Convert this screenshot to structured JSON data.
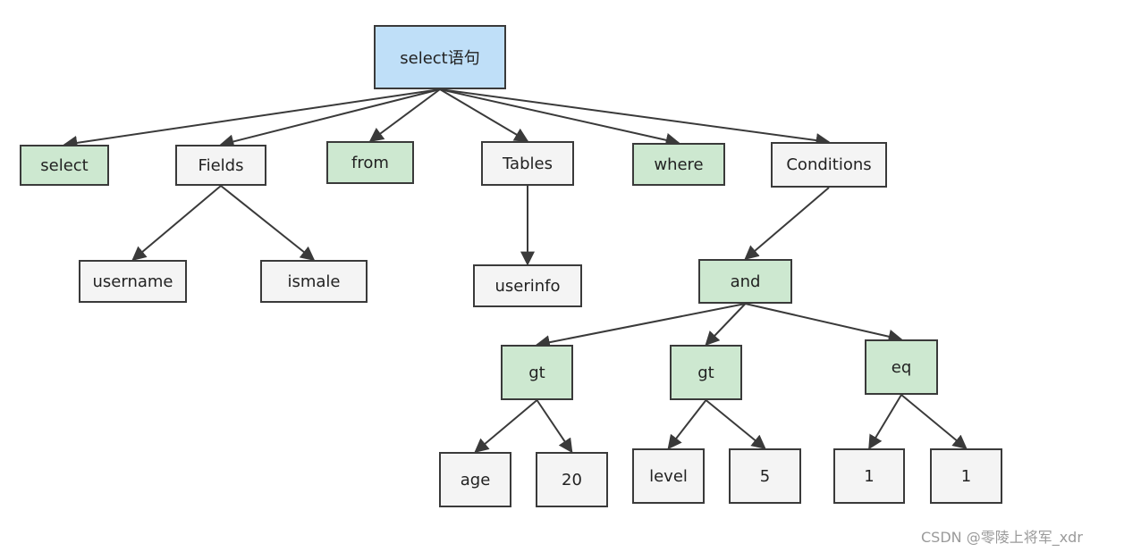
{
  "diagram": {
    "colors": {
      "root_fill": "#bfdff8",
      "keyword_fill": "#cde8d0",
      "value_fill": "#f4f4f4",
      "border": "#3a3a3a",
      "edge": "#3a3a3a"
    },
    "nodes": {
      "root": "select语句",
      "select_kw": "select",
      "fields": "Fields",
      "from_kw": "from",
      "tables": "Tables",
      "where_kw": "where",
      "conditions": "Conditions",
      "username": "username",
      "ismale": "ismale",
      "userinfo": "userinfo",
      "and_op": "and",
      "gt1": "gt",
      "gt2": "gt",
      "eq_op": "eq",
      "age": "age",
      "v20": "20",
      "level": "level",
      "v5": "5",
      "one_a": "1",
      "one_b": "1"
    },
    "edges": [
      [
        "root",
        "select_kw"
      ],
      [
        "root",
        "fields"
      ],
      [
        "root",
        "from_kw"
      ],
      [
        "root",
        "tables"
      ],
      [
        "root",
        "where_kw"
      ],
      [
        "root",
        "conditions"
      ],
      [
        "fields",
        "username"
      ],
      [
        "fields",
        "ismale"
      ],
      [
        "tables",
        "userinfo"
      ],
      [
        "conditions",
        "and_op"
      ],
      [
        "and_op",
        "gt1"
      ],
      [
        "and_op",
        "gt2"
      ],
      [
        "and_op",
        "eq_op"
      ],
      [
        "gt1",
        "age"
      ],
      [
        "gt1",
        "v20"
      ],
      [
        "gt2",
        "level"
      ],
      [
        "gt2",
        "v5"
      ],
      [
        "eq_op",
        "one_a"
      ],
      [
        "eq_op",
        "one_b"
      ]
    ]
  },
  "watermark": "CSDN @零陵上将军_xdr"
}
